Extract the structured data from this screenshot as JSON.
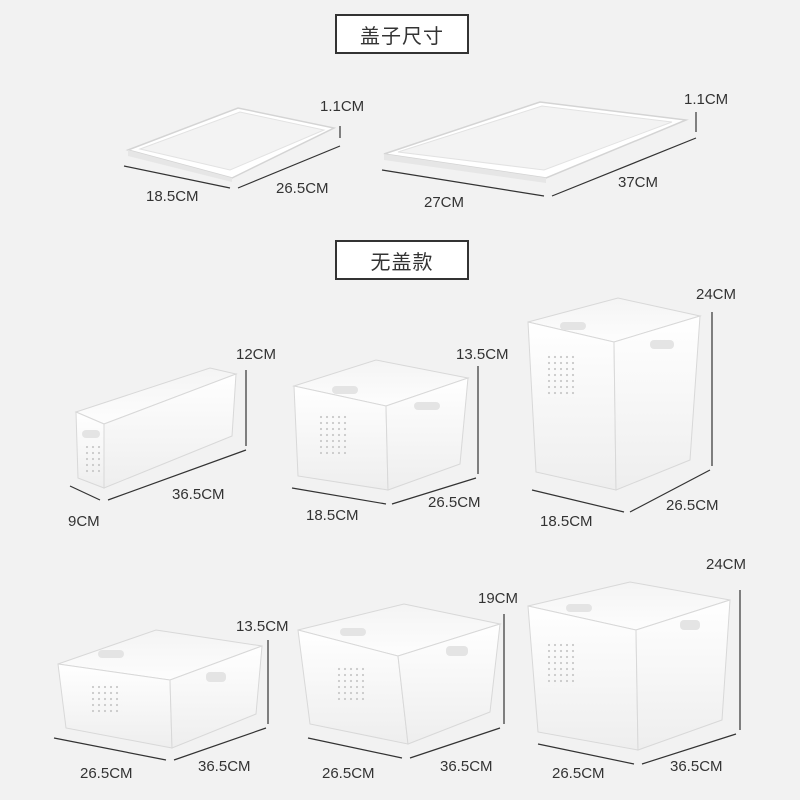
{
  "sections": {
    "lids_title": "盖子尺寸",
    "no_lid_title": "无盖款"
  },
  "lids": [
    {
      "height": "1.1CM",
      "width": "18.5CM",
      "length": "26.5CM"
    },
    {
      "height": "1.1CM",
      "width": "27CM",
      "length": "37CM"
    }
  ],
  "boxes_row1": [
    {
      "height": "12CM",
      "width": "9CM",
      "length": "36.5CM"
    },
    {
      "height": "13.5CM",
      "width": "18.5CM",
      "length": "26.5CM"
    },
    {
      "height": "24CM",
      "width": "18.5CM",
      "length": "26.5CM"
    }
  ],
  "boxes_row2": [
    {
      "height": "13.5CM",
      "width": "26.5CM",
      "length": "36.5CM"
    },
    {
      "height": "19CM",
      "width": "26.5CM",
      "length": "36.5CM"
    },
    {
      "height": "24CM",
      "width": "26.5CM",
      "length": "36.5CM"
    }
  ]
}
